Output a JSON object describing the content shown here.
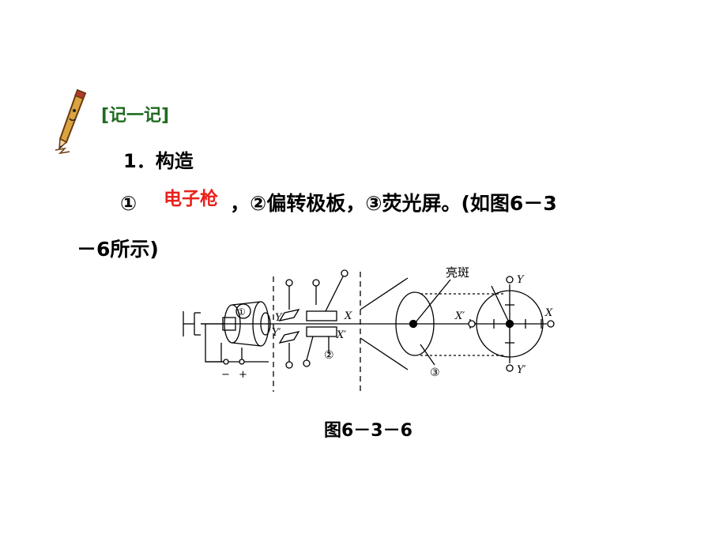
{
  "section_tag": "[记一记]",
  "item1": "1．构造",
  "line2": {
    "num1": "①",
    "blank_answer": "电子枪",
    "rest": "，②偏转极板，③荧光屏。(如图6－3"
  },
  "line3": "－6所示)",
  "figure": {
    "caption": "图6－3－6",
    "label_spot": "亮斑",
    "label_gun": "①",
    "label_plates": "②",
    "label_screen": "③",
    "label_Y": "Y",
    "label_Yp": "Y′",
    "label_X": "X",
    "label_Xp": "X′",
    "label_minus": "−",
    "label_plus": "+"
  }
}
